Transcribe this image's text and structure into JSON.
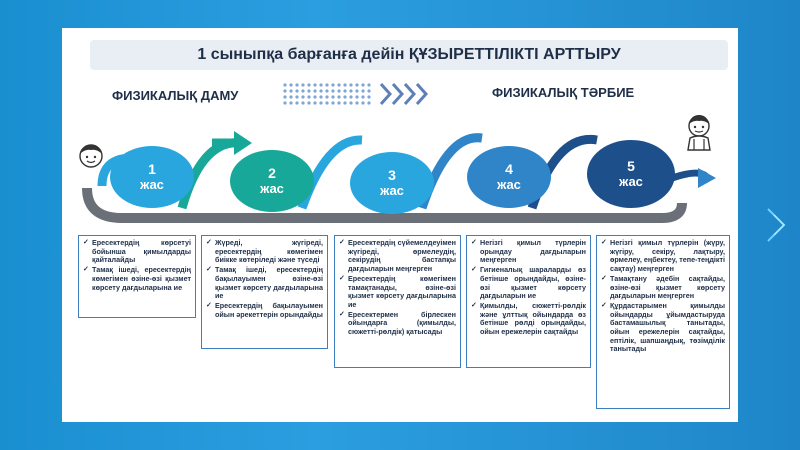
{
  "title": "1 сыныпқа барғанға дейін ҚҰЗЫРЕТТІЛІКТІ АРТТЫРУ",
  "label_left": "ФИЗИКАЛЫҚ ДАМУ",
  "label_right": "ФИЗИКАЛЫҚ ТӘРБИЕ",
  "colors": {
    "teal": "#18a89a",
    "blue_light": "#2aa6df",
    "blue_mid": "#2f85c8",
    "navy": "#1d4f8a",
    "border": "#3f7fc0"
  },
  "stages": [
    {
      "num": "1",
      "unit": "жас"
    },
    {
      "num": "2",
      "unit": "жас"
    },
    {
      "num": "3",
      "unit": "жас"
    },
    {
      "num": "4",
      "unit": "жас"
    },
    {
      "num": "5",
      "unit": "жас"
    }
  ],
  "boxes": [
    [
      "Ересектердің көрсетуі бойынша қимылдарды қайталайды",
      "Тамақ ішеді, ересектердің көмегімен өзіне-өзі қызмет көрсету дағдыларына ие"
    ],
    [
      "Жүреді, жүгіреді, ересектердің көмегімен биікке көтеріледі және түседі",
      "Тамақ ішеді, ересектердің бақылауымен өзіне-өзі қызмет көрсету дағдыларына ие",
      "Ересектердің бақылауымен ойын әрекеттерін орындайды"
    ],
    [
      "Ересектердің сүйемелдеуімен жүгіреді, өрмелеудің, секірудің бастапқы дағдыларын меңгерген",
      "Ересектердің көмегімен тамақтанады, өзіне-өзі қызмет көрсету дағдыларына ие",
      "Ересектермен бірлескен ойындарға (қимылды, сюжетті-рөлдік) қатысады"
    ],
    [
      "Негізгі қимыл түрлерін орындау дағдыларын меңгерген",
      "Гигиеналық шараларды өз бетінше орындайды, өзіне-өзі қызмет көрсету дағдыларын ие",
      "Қимылды, сюжетті-рөлдік және ұлттық ойындарда өз бетінше рөлді орындайды, ойын ережелерін сақтайды"
    ],
    [
      "Негізгі қимыл түрлерін (жүру, жүгіру, секіру, лақтыру, өрмелеу, еңбектеу, тепе-теңдікті сақтау) меңгерген",
      "Тамақтану әдебін сақтайды, өзіне-өзі қызмет көрсету дағдыларын меңгерген",
      "Құрдастарымен қимылды ойындарды ұйымдастыруда бастамашылық танытады, ойын ережелерін сақтайды, ептілік, шапшаңдық, төзімділік танытады"
    ]
  ]
}
